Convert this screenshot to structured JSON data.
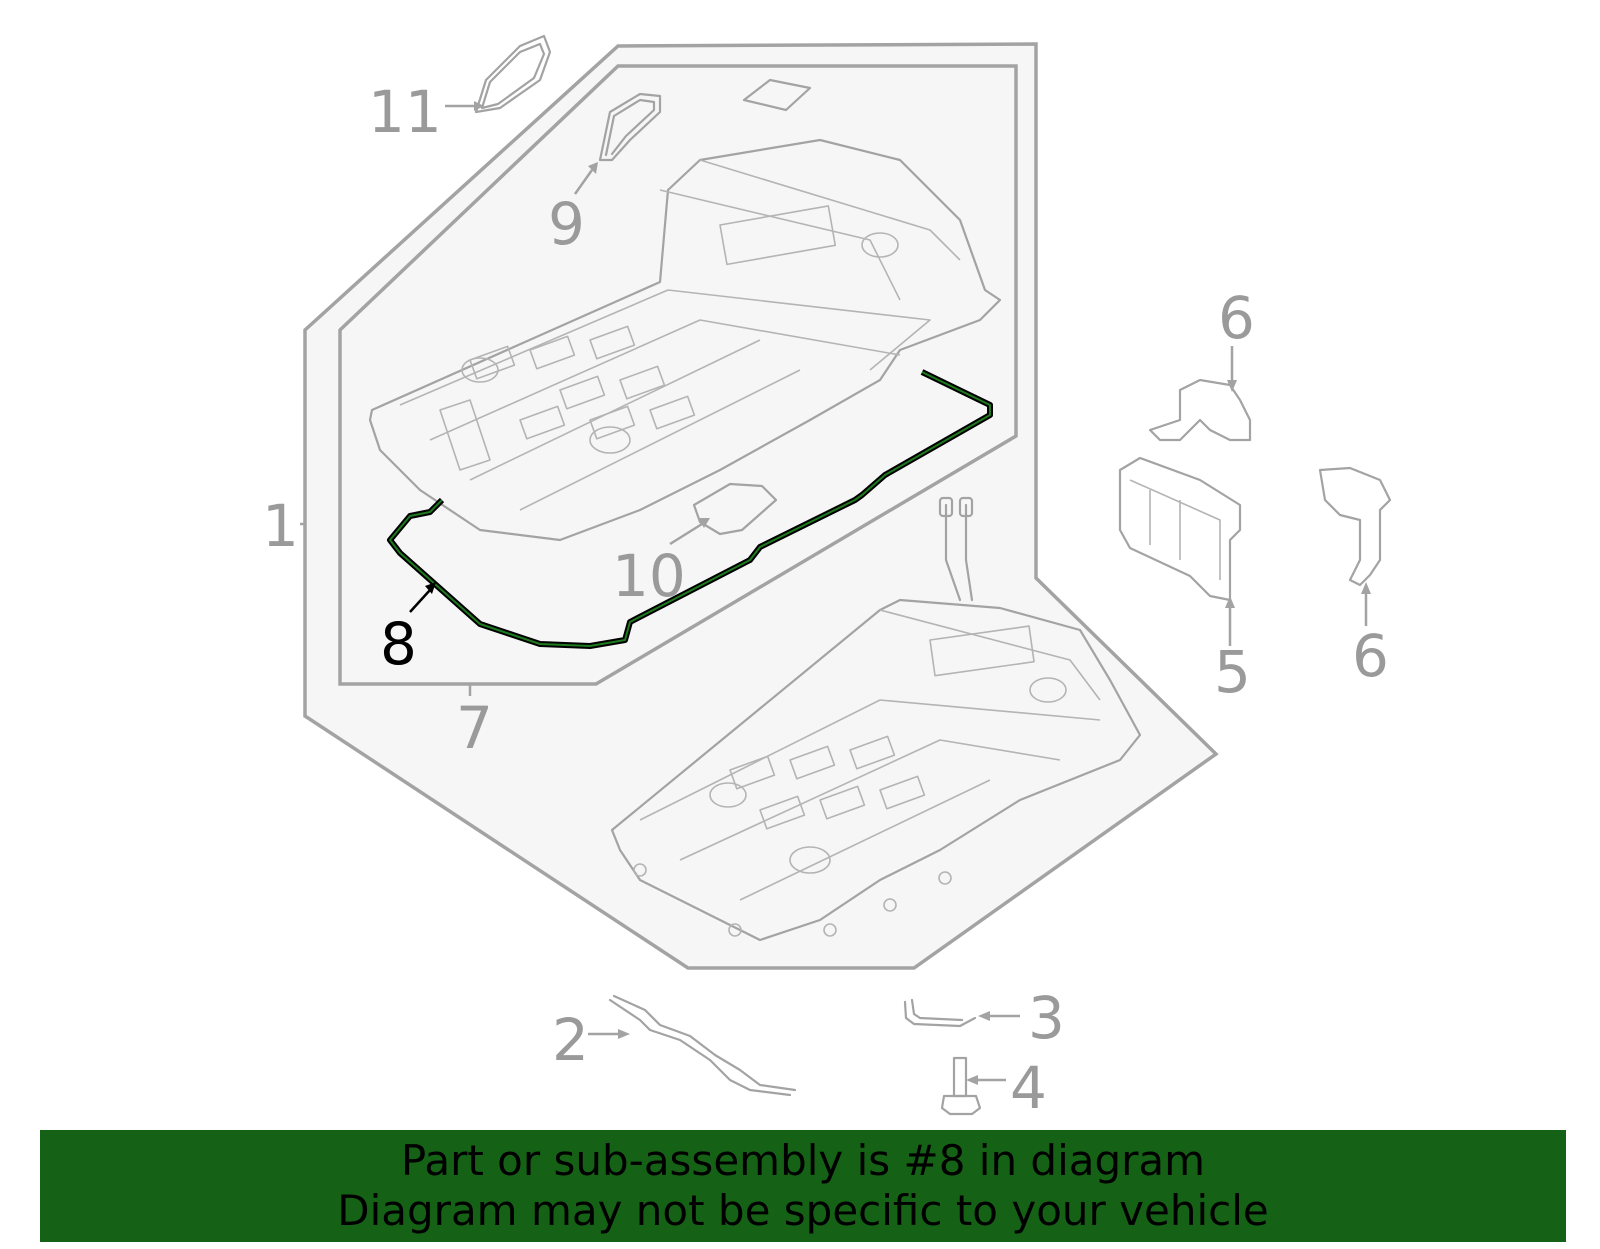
{
  "diagram": {
    "callouts": [
      {
        "id": "1",
        "label": "1"
      },
      {
        "id": "2",
        "label": "2"
      },
      {
        "id": "3",
        "label": "3"
      },
      {
        "id": "4",
        "label": "4"
      },
      {
        "id": "5",
        "label": "5"
      },
      {
        "id": "6a",
        "label": "6"
      },
      {
        "id": "6b",
        "label": "6"
      },
      {
        "id": "7",
        "label": "7"
      },
      {
        "id": "8",
        "label": "8",
        "highlighted": true
      },
      {
        "id": "9",
        "label": "9"
      },
      {
        "id": "10",
        "label": "10"
      },
      {
        "id": "11",
        "label": "11"
      }
    ],
    "colors": {
      "line": "#a3a3a3",
      "panel_fill": "#f6f6f6",
      "highlight_stroke": "#000000",
      "highlight_inner": "#1e7a1e"
    }
  },
  "banner": {
    "line1": "Part or sub-assembly is #8 in diagram",
    "line2": "Diagram may not be specific to your vehicle",
    "background": "#156115"
  }
}
